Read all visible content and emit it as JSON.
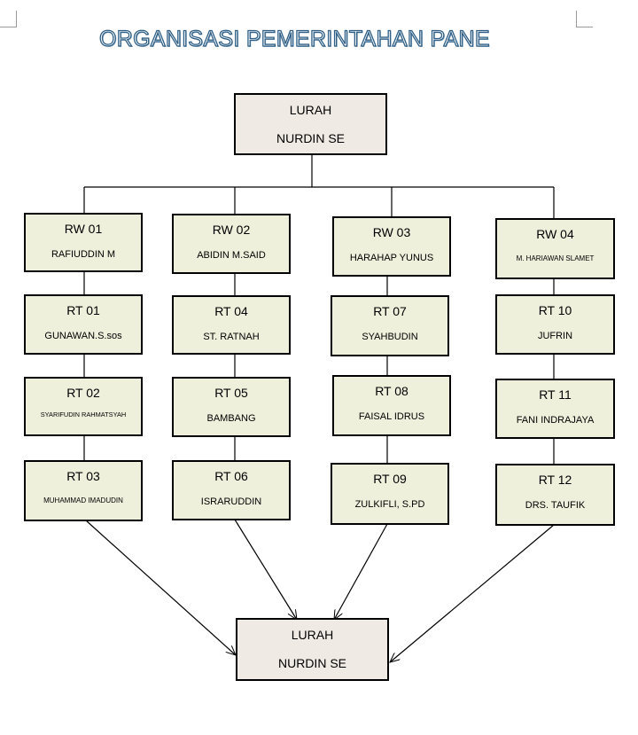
{
  "title": "ORGANISASI PEMERINTAHAN PANE",
  "colors": {
    "title_outline": "#2f5f86",
    "box_fill": "#eef0dc",
    "lurah_fill": "#efebe4",
    "line": "#000000"
  },
  "top_box": {
    "role": "LURAH",
    "name": "NURDIN SE"
  },
  "bottom_box": {
    "role": "LURAH",
    "name": "NURDIN SE"
  },
  "columns": [
    {
      "rw": {
        "role": "RW 01",
        "name": "RAFIUDDIN  M"
      },
      "rts": [
        {
          "role": "RT 01",
          "name": "GUNAWAN.S.sos"
        },
        {
          "role": "RT 02",
          "name": "SYARIFUDIN RAHMATSYAH"
        },
        {
          "role": "RT 03",
          "name": "MUHAMMAD IMADUDIN"
        }
      ]
    },
    {
      "rw": {
        "role": "RW 02",
        "name": "ABIDIN M.SAID"
      },
      "rts": [
        {
          "role": "RT 04",
          "name": "ST. RATNAH"
        },
        {
          "role": "RT 05",
          "name": "BAMBANG"
        },
        {
          "role": "RT 06",
          "name": "ISRARUDDIN"
        }
      ]
    },
    {
      "rw": {
        "role": "RW 03",
        "name": "HARAHAP YUNUS"
      },
      "rts": [
        {
          "role": "RT 07",
          "name": "SYAHBUDIN"
        },
        {
          "role": "RT 08",
          "name": "FAISAL IDRUS"
        },
        {
          "role": "RT 09",
          "name": "ZULKIFLI, S.PD"
        }
      ]
    },
    {
      "rw": {
        "role": "RW 04",
        "name": "M. HARIAWAN SLAMET"
      },
      "rts": [
        {
          "role": "RT 10",
          "name": "JUFRIN"
        },
        {
          "role": "RT 11",
          "name": "FANI INDRAJAYA"
        },
        {
          "role": "RT 12",
          "name": "DRS. TAUFIK"
        }
      ]
    }
  ]
}
